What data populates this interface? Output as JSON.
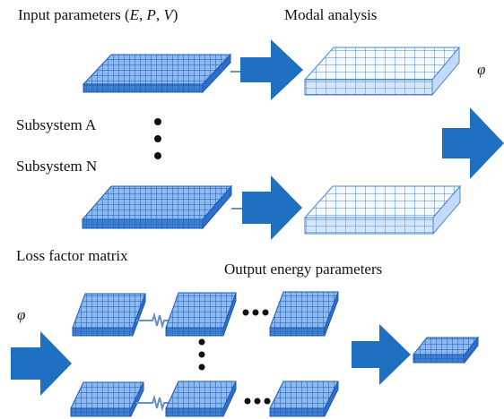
{
  "labels": {
    "input_prefix": "Input parameters (",
    "input_e": "E",
    "sep1": ", ",
    "input_p": "P",
    "sep2": ", ",
    "input_v": "V",
    "input_suffix": ")",
    "modal_analysis": "Modal analysis",
    "phi_top": "φ",
    "subsystem_a": "Subsystem A",
    "subsystem_n": "Subsystem N",
    "loss_factor": "Loss factor matrix",
    "output_energy": "Output energy parameters",
    "phi_bottom": "φ"
  },
  "colors": {
    "arrow": "#1f6fc2",
    "mesh_light_top": "#f4f9ff",
    "mesh_light_side": "#d6e6fb",
    "mesh_light_line": "#4a86d0",
    "mesh_dense_top": "#8fb8ec",
    "mesh_dense_side": "#3f7fd3",
    "mesh_dense_line": "#1a5bb3",
    "dot": "#111111"
  },
  "icons": [
    "arrow-right-icon",
    "mesh-block-icon",
    "spring-connector-icon",
    "vertical-ellipsis-icon",
    "horizontal-ellipsis-icon"
  ]
}
